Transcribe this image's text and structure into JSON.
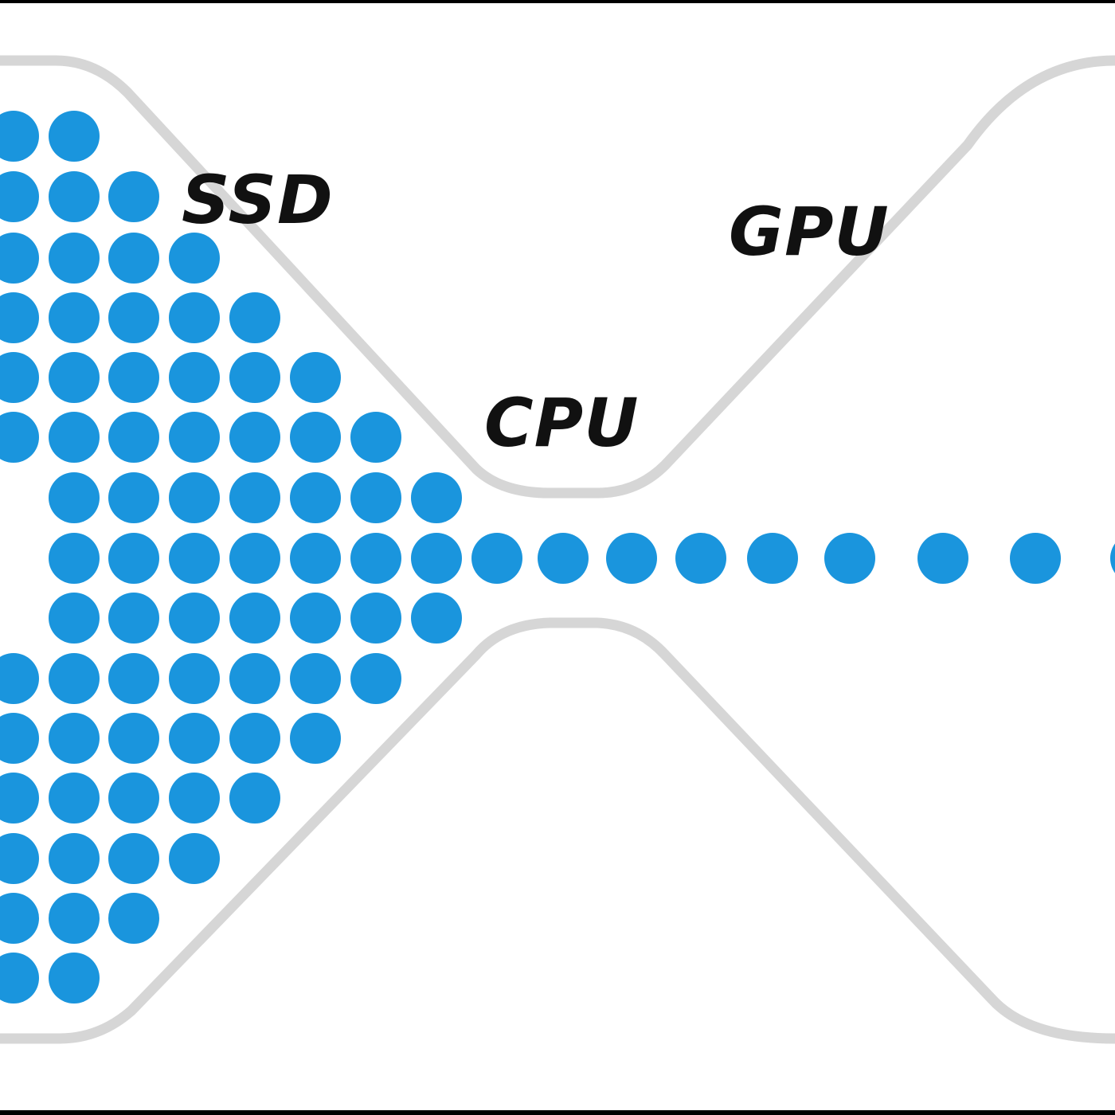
{
  "labels": {
    "ssd": "SSD",
    "cpu": "CPU",
    "gpu": "GPU"
  },
  "colors": {
    "dot": "#1a95dd",
    "outline": "#d6d6d6",
    "label": "#111111",
    "background": "#ffffff",
    "frame": "#000000"
  }
}
